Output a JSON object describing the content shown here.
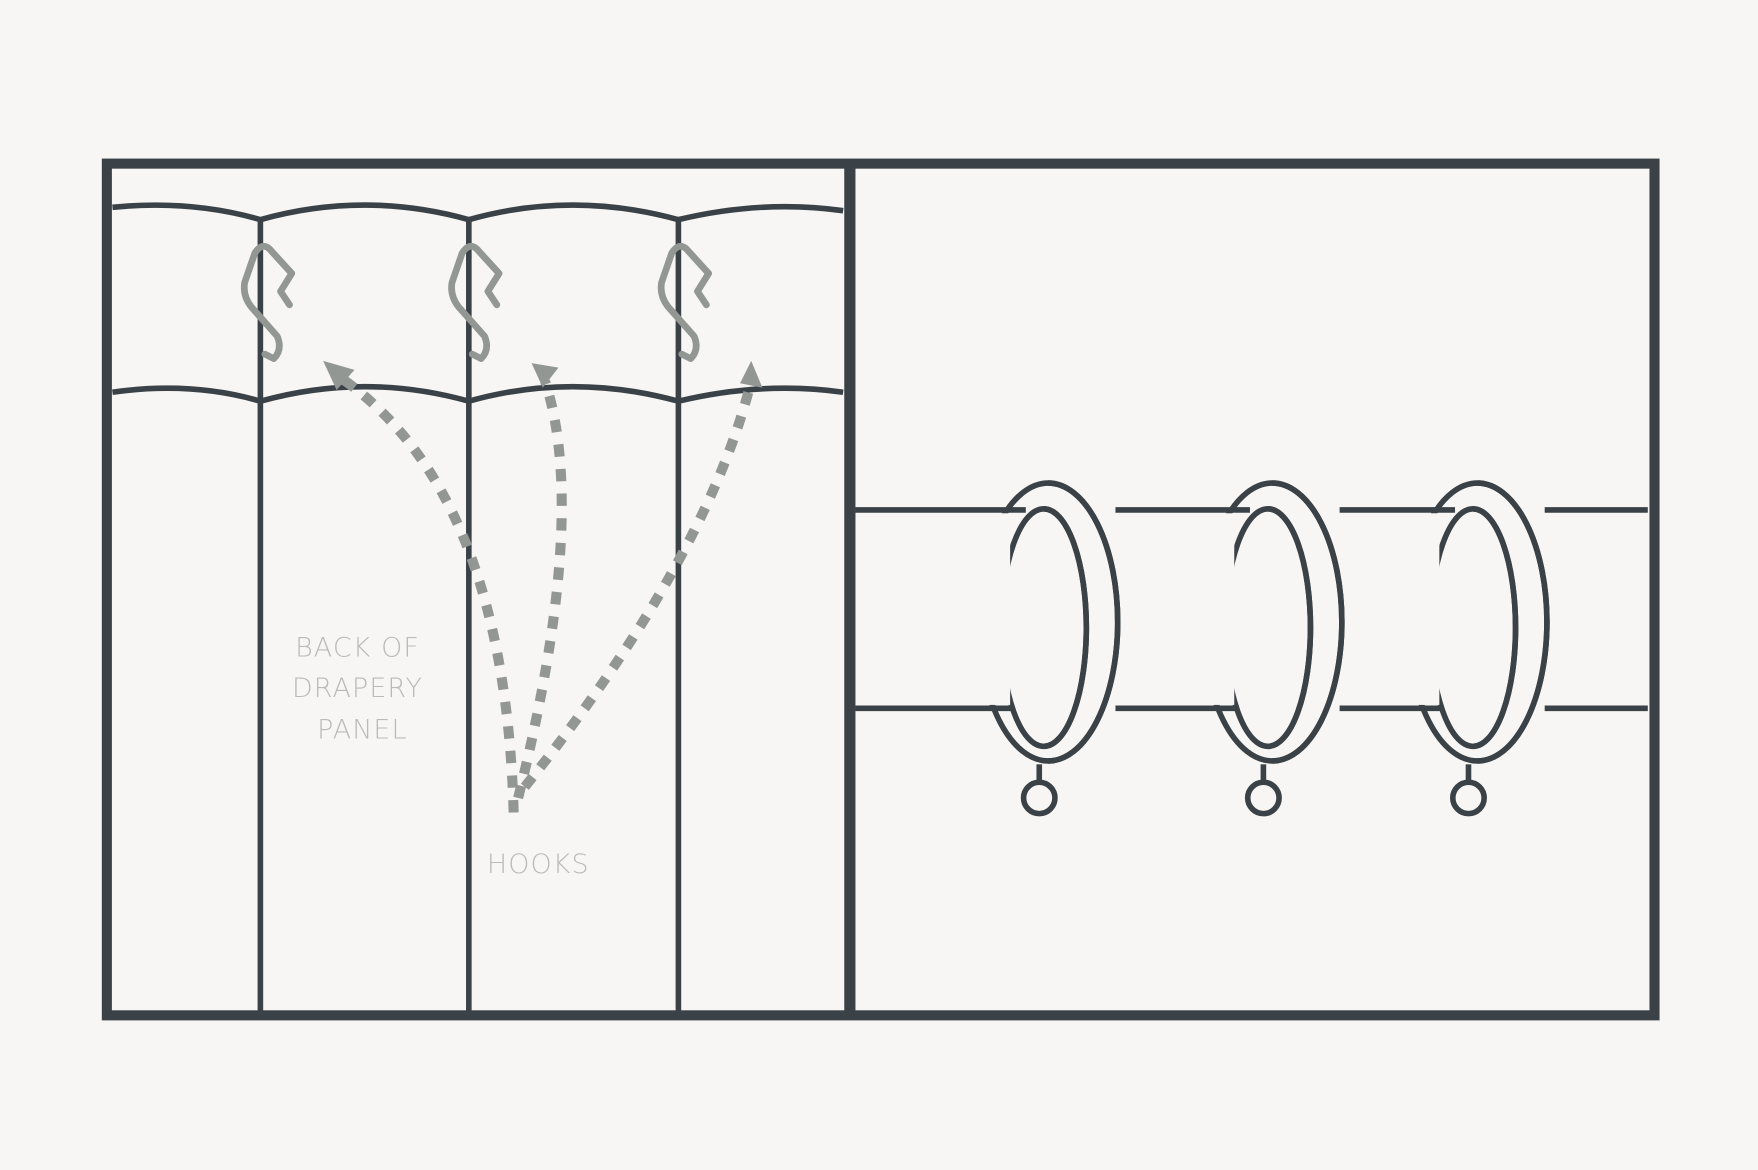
{
  "labels": {
    "panel_lines": [
      "BACK OF",
      "DRAPERY",
      "PANEL"
    ],
    "hooks": "HOOKS"
  },
  "colors": {
    "background": "#f7f6f4",
    "outline": "#3b4247",
    "hook": "#939794",
    "label": "#b9bbb9"
  }
}
